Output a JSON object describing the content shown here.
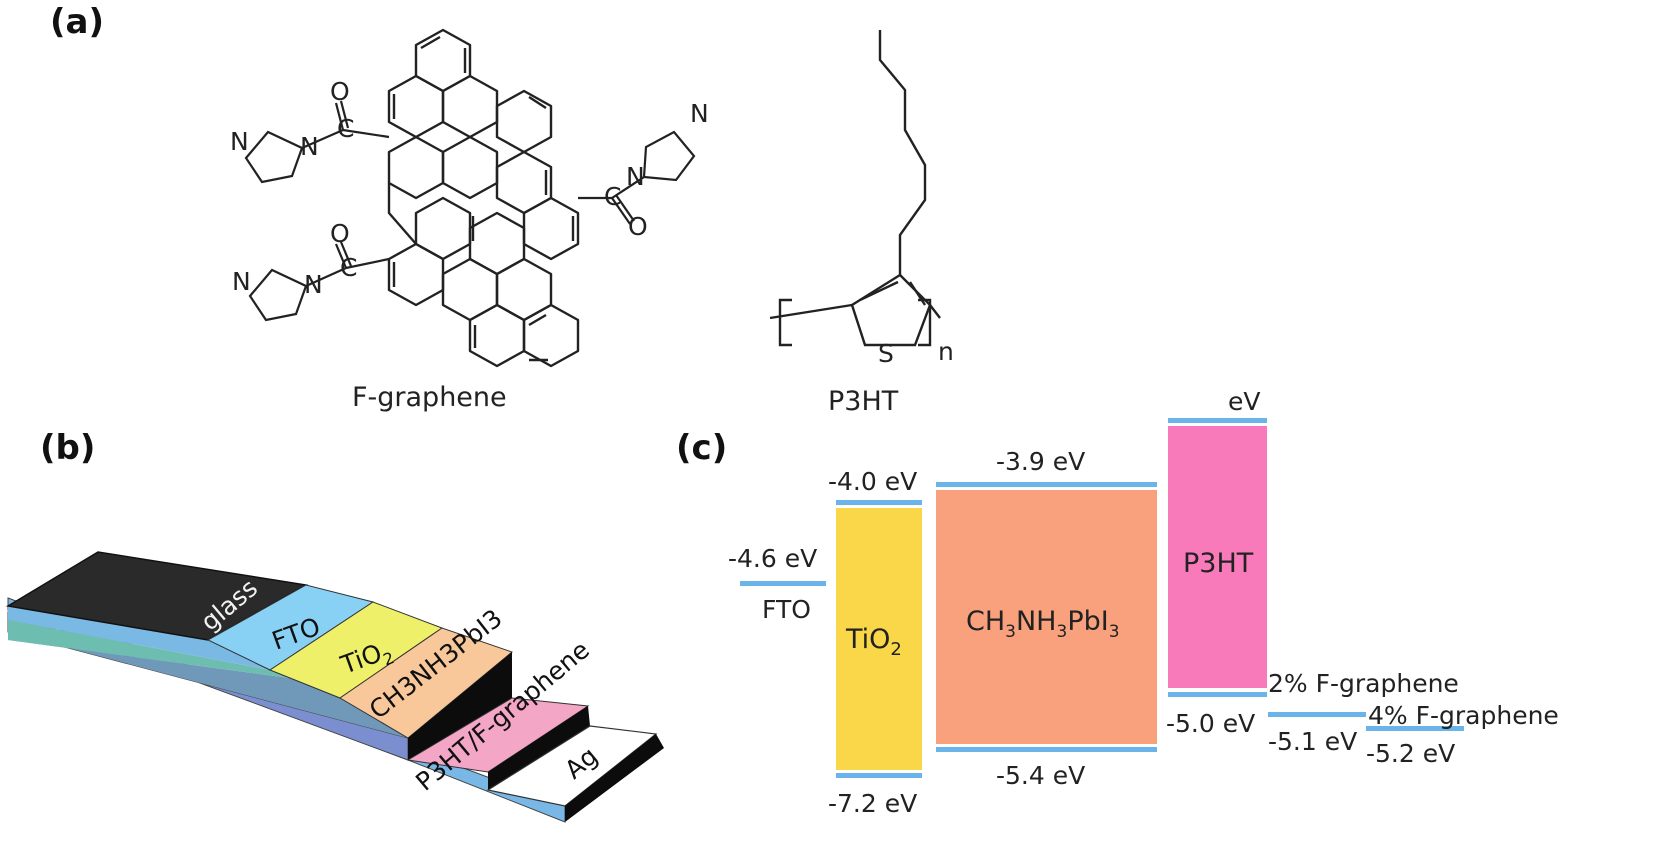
{
  "panels": {
    "a": {
      "label": "(a)",
      "captions": {
        "fgraphene": "F-graphene",
        "p3ht": "P3HT"
      },
      "atoms": {
        "n": "N",
        "o": "O",
        "c": "C",
        "s": "S",
        "subscript_n": "n"
      }
    },
    "b": {
      "label": "(b)",
      "layers": {
        "glass": "glass",
        "fto": "FTO",
        "tio2": "TiO",
        "tio2_sub": "2",
        "perovskite": "CH3NH3PbI3",
        "htl": "P3HT/F-graphene",
        "ag": "Ag"
      }
    },
    "c": {
      "label": "(c)",
      "bands": {
        "fto": {
          "name": "FTO",
          "level": "-4.6 eV"
        },
        "tio2": {
          "name": "TiO",
          "sub": "2",
          "cb": "-4.0 eV",
          "vb": "-7.2 eV"
        },
        "perovskite": {
          "cb": "-3.9 eV",
          "vb": "-5.4 eV"
        },
        "p3ht": {
          "name": "P3HT",
          "top": "eV",
          "vb": "-5.0 eV"
        },
        "fg2": {
          "name": "2% F-graphene",
          "level": "-5.1 eV"
        },
        "fg4": {
          "name": "4% F-graphene",
          "level": "-5.2 eV"
        }
      }
    }
  },
  "colors": {
    "tio2": "#fad649",
    "perovskite": "#f9a07c",
    "p3ht": "#f97aba",
    "level_line": "#6ab4e9",
    "glass": "#2a2a2a",
    "fto": "#88d1f4",
    "tio2_layer": "#eef06a",
    "perov_layer": "#f8c79a",
    "htl_layer": "#f3a6c6",
    "ag": "#ffffff"
  }
}
